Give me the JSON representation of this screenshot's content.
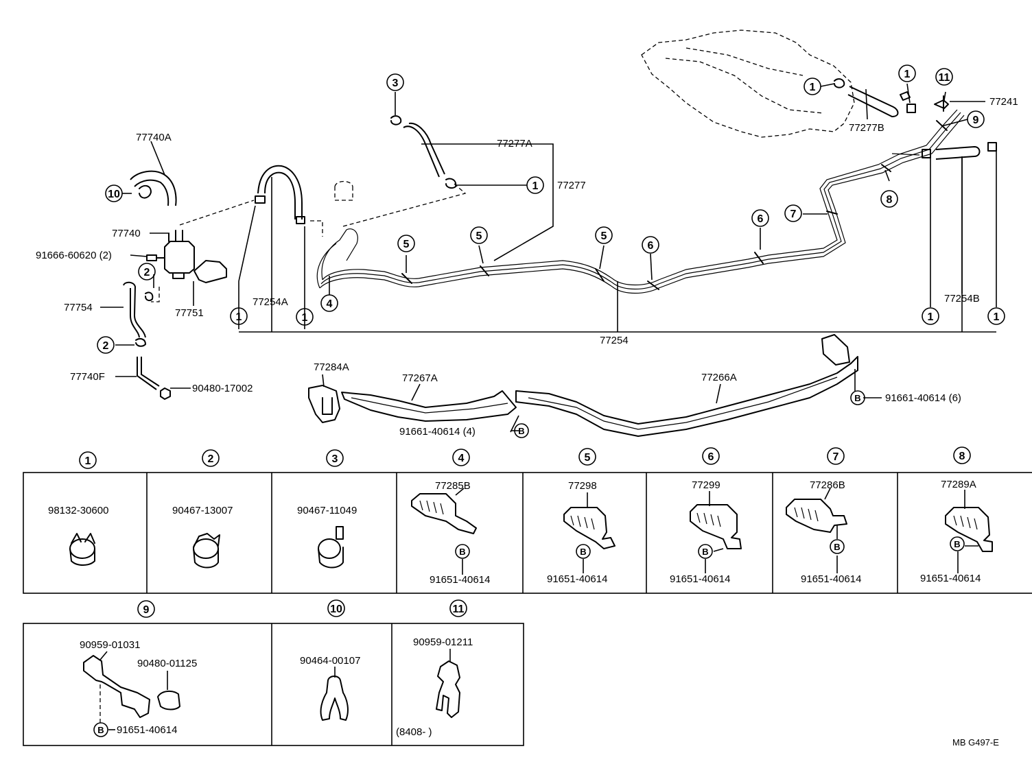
{
  "upper": {
    "l77740A": "77740A",
    "l77740": "77740",
    "l91666": "91666-60620 (2)",
    "l77754": "77754",
    "l77751": "77751",
    "l77740F": "77740F",
    "l90480_17002": "90480-17002",
    "l77254A": "77254A",
    "l77277A": "77277A",
    "l77277": "77277",
    "l77254": "77254",
    "l77241": "77241",
    "l77277B": "77277B",
    "l77254B": "77254B",
    "l77284A": "77284A",
    "l77267A": "77267A",
    "l77266A": "77266A",
    "l91661_4": "91661-40614 (4)",
    "l91661_6": "91661-40614 (6)"
  },
  "callouts": {
    "c1": "1",
    "c2": "2",
    "c3": "3",
    "c4": "4",
    "c5": "5",
    "c6": "6",
    "c7": "7",
    "c8": "8",
    "c9": "9",
    "c10": "10",
    "c11": "11",
    "b": "B"
  },
  "panels": {
    "p1": {
      "num": "1",
      "part": "98132-30600"
    },
    "p2": {
      "num": "2",
      "part": "90467-13007"
    },
    "p3": {
      "num": "3",
      "part": "90467-11049"
    },
    "p4": {
      "num": "4",
      "part": "77285B",
      "bolt": "91651-40614"
    },
    "p5": {
      "num": "5",
      "part": "77298",
      "bolt": "91651-40614"
    },
    "p6": {
      "num": "6",
      "part": "77299",
      "bolt": "91651-40614"
    },
    "p7": {
      "num": "7",
      "part": "77286B",
      "bolt": "91651-40614"
    },
    "p8": {
      "num": "8",
      "part": "77289A",
      "bolt": "91651-40614"
    },
    "p9": {
      "num": "9",
      "part1": "90959-01031",
      "part2": "90480-01125",
      "bolt": "91651-40614"
    },
    "p10": {
      "num": "10",
      "part": "90464-00107"
    },
    "p11": {
      "num": "11",
      "part": "90959-01211",
      "note": "(8408-          )"
    }
  },
  "footer": {
    "code": "MB G497-E"
  }
}
